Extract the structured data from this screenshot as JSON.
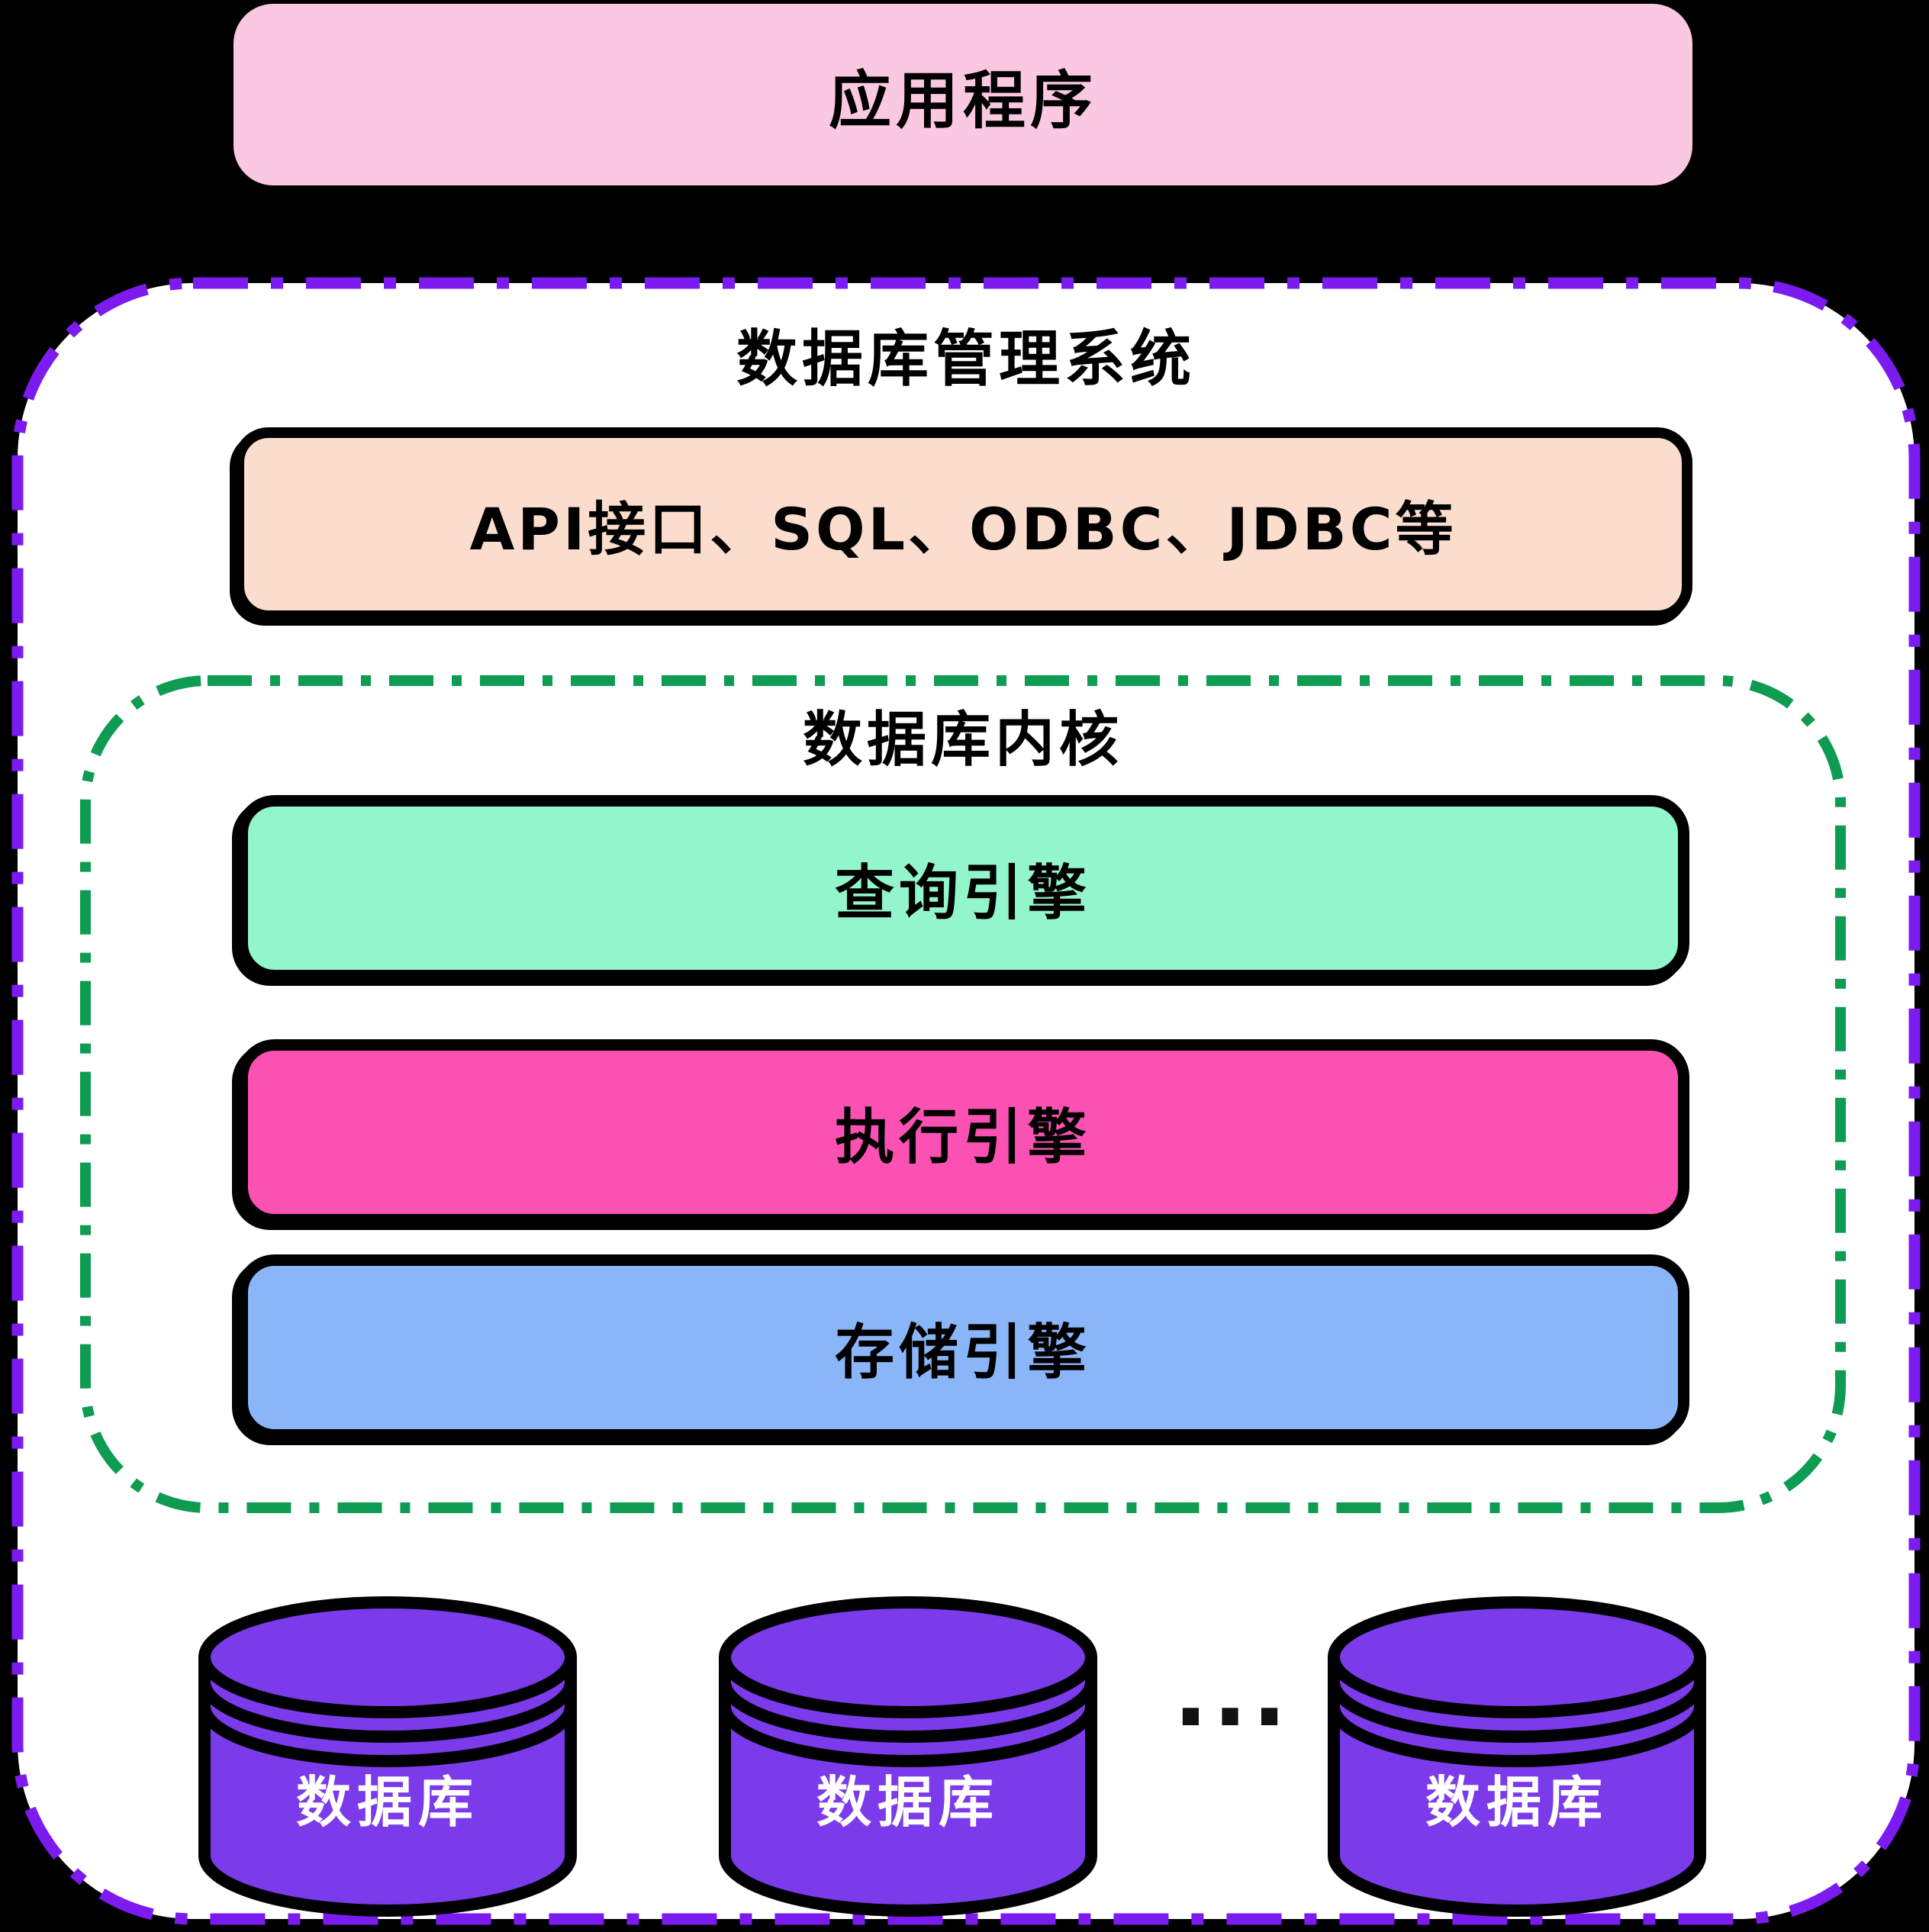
{
  "canvas": {
    "background": "#000000"
  },
  "application_box": {
    "label": "应用程序",
    "fill": "#FAC8E0"
  },
  "dbms": {
    "title": "数据库管理系统",
    "fill": "#FFFFFF",
    "border_color": "#7C1BEF",
    "border_style": "dash-dot",
    "api_box": {
      "label": "API接口、SQL、ODBC、JDBC等",
      "fill": "#FBDDCD",
      "border_color": "#000000"
    },
    "kernel": {
      "title": "数据库内核",
      "border_color": "#0E9B52",
      "border_style": "dash-dot",
      "engines": [
        {
          "label": "查询引擎",
          "fill": "#93F5CB"
        },
        {
          "label": "执行引擎",
          "fill": "#FB51B3"
        },
        {
          "label": "存储引擎",
          "fill": "#8AB5F9"
        }
      ]
    },
    "databases": {
      "cylinder_fill": "#7B3BEA",
      "outline_color": "#000000",
      "label_color": "#FFFFFF",
      "ellipsis": "...",
      "items": [
        {
          "label": "数据库"
        },
        {
          "label": "数据库"
        },
        {
          "label": "数据库"
        }
      ]
    }
  }
}
